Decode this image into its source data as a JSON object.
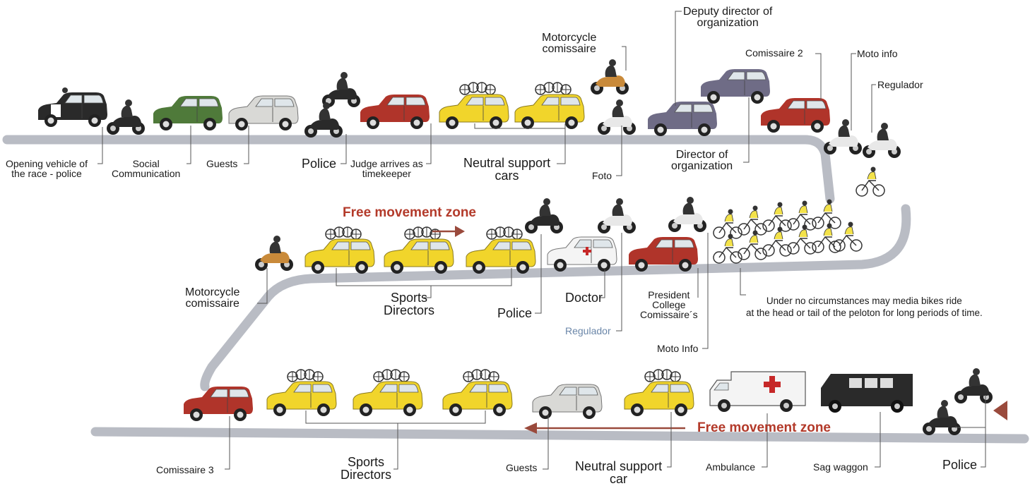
{
  "colors": {
    "road": "#b9bcc4",
    "zone_text": "#b33a2a",
    "arrow": "#9a4a3c",
    "leader": "#555555",
    "regulador_text": "#6a86a8",
    "car_yellow": "#f1d52b",
    "car_red": "#b0342a",
    "car_green": "#4f7a3a",
    "car_silver": "#d9d9d6",
    "car_purple": "#6f6c86",
    "car_black": "#2a2a2a",
    "car_white": "#f4f4f4",
    "moto_orange": "#c98a3a",
    "moto_white": "#e8e8e8"
  },
  "icons": {
    "car": "car-icon",
    "motorcycle": "motorcycle-icon",
    "bicycle": "bicycle-icon",
    "ambulance": "ambulance-icon",
    "van": "van-icon",
    "spare_wheels": "spare-wheels-icon"
  },
  "row1": {
    "opening_vehicle": "Opening vehicle of\nthe race - police",
    "social_communication": "Social\nCommunication",
    "guests": "Guests",
    "police": "Police",
    "judge": "Judge arrives as\ntimekeeper",
    "neutral_support_cars": "Neutral support\ncars",
    "motorcycle_comissaire": "Motorcycle\ncomissaire",
    "foto": "Foto",
    "deputy_director": "Deputy director of\norganization",
    "director": "Director of\norganization",
    "comissaire_2": "Comissaire 2",
    "moto_info": "Moto info",
    "regulador": "Regulador"
  },
  "row2": {
    "free_zone": "Free movement zone",
    "motorcycle_comissaire": "Motorcycle\ncomissaire",
    "sports_directors": "Sports\nDirectors",
    "police": "Police",
    "doctor": "Doctor",
    "regulador": "Regulador",
    "president": "President\nCollege\nComissaire´s",
    "moto_info": "Moto Info",
    "note": "Under no circumstances may media bikes ride\nat the head or tail of the peloton for long periods of time."
  },
  "row3": {
    "comissaire_3": "Comissaire 3",
    "sports_directors": "Sports\nDirectors",
    "guests": "Guests",
    "neutral_support_car": "Neutral support\ncar",
    "free_zone": "Free movement zone",
    "ambulance": "Ambulance",
    "sag_waggon": "Sag waggon",
    "police": "Police"
  }
}
